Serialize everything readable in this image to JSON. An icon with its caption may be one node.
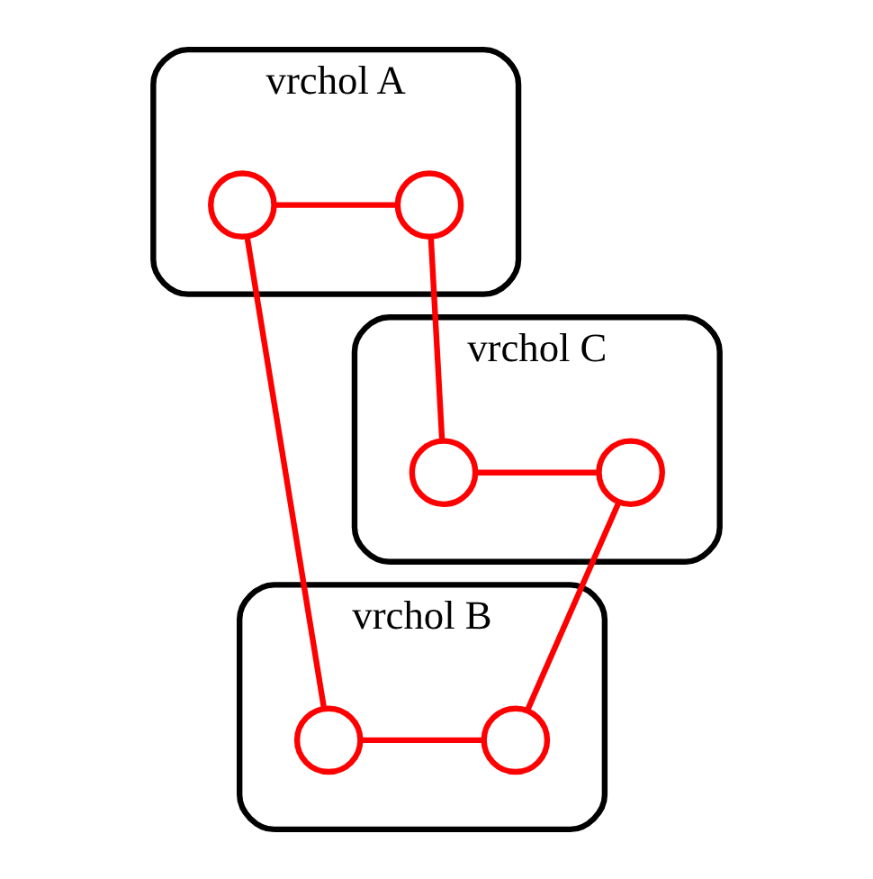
{
  "diagram": {
    "nodes": [
      {
        "text": [
          "vrchol A"
        ]
      },
      {
        "text": [],
        "shape": "circle",
        "in": 0
      },
      {
        "text": [],
        "shape": "circle",
        "in": 0
      },
      {
        "text": [
          "vrchol B"
        ]
      },
      {
        "text": [],
        "shape": "circle",
        "in": 3
      },
      {
        "text": [],
        "shape": "circle",
        "in": 3
      },
      {
        "text": [
          "vrchol C"
        ]
      },
      {
        "text": [],
        "shape": "circle",
        "in": 6
      },
      {
        "text": [],
        "shape": "circle",
        "in": 6
      }
    ],
    "edges": [
      {
        "from": 1,
        "to": 2,
        "arrow": "none"
      },
      {
        "from": 1,
        "to": 4,
        "arrow": "none"
      },
      {
        "from": 2,
        "to": 7,
        "arrow": "none"
      },
      {
        "from": 7,
        "to": 8,
        "arrow": "none"
      },
      {
        "from": 8,
        "to": 5,
        "arrow": "none"
      },
      {
        "from": 5,
        "to": 4,
        "arrow": "none"
      }
    ]
  }
}
